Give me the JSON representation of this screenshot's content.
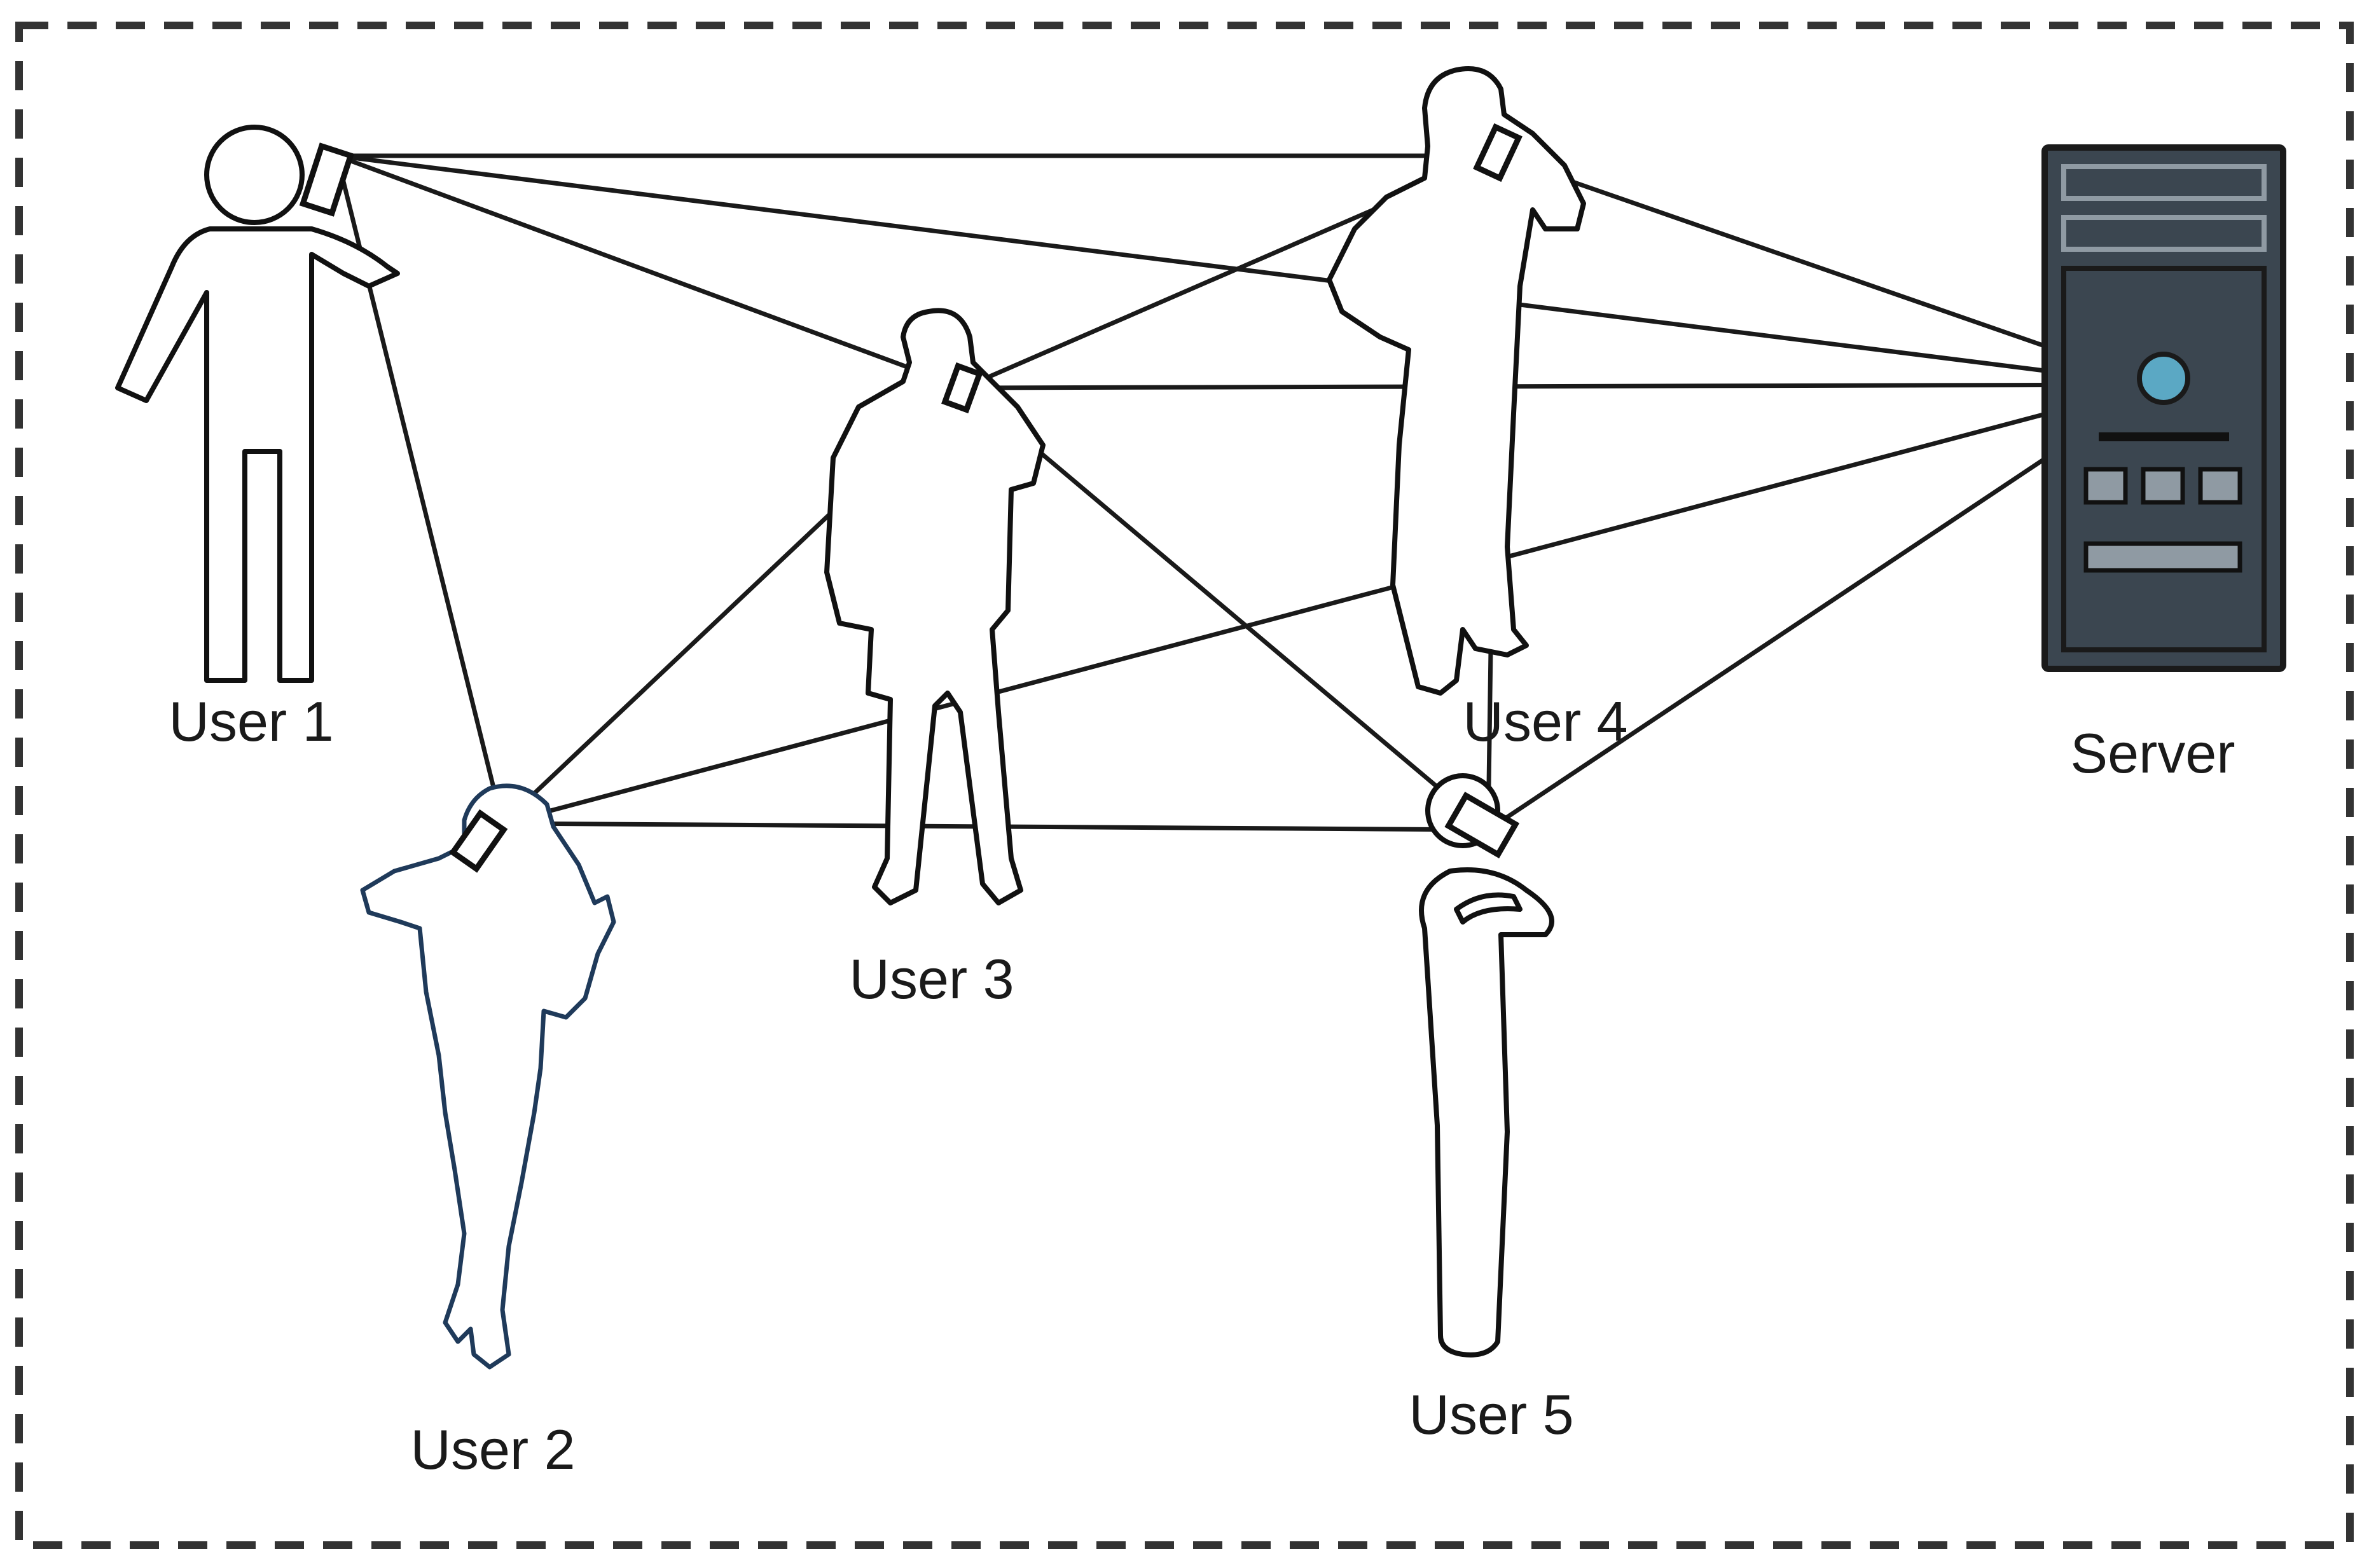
{
  "nodes": {
    "user1": {
      "label": "User 1"
    },
    "user2": {
      "label": "User 2"
    },
    "user3": {
      "label": "User 3"
    },
    "user4": {
      "label": "User 4"
    },
    "user5": {
      "label": "User 5"
    },
    "server": {
      "label": "Server",
      "icon": "server-icon"
    }
  },
  "colors": {
    "server_body": "#3b4650",
    "server_accent": "#5ba8c4",
    "server_panel": "#8f9aa3",
    "user2_outline": "#1f3a5a",
    "frame": "#333333"
  },
  "connections": [
    [
      "user1",
      "user2"
    ],
    [
      "user1",
      "user3"
    ],
    [
      "user1",
      "user4"
    ],
    [
      "user1",
      "server"
    ],
    [
      "user2",
      "user3"
    ],
    [
      "user2",
      "user5"
    ],
    [
      "user2",
      "server"
    ],
    [
      "user3",
      "user4"
    ],
    [
      "user3",
      "user5"
    ],
    [
      "user3",
      "server"
    ],
    [
      "user4",
      "user5"
    ],
    [
      "user4",
      "server"
    ],
    [
      "user5",
      "server"
    ]
  ]
}
